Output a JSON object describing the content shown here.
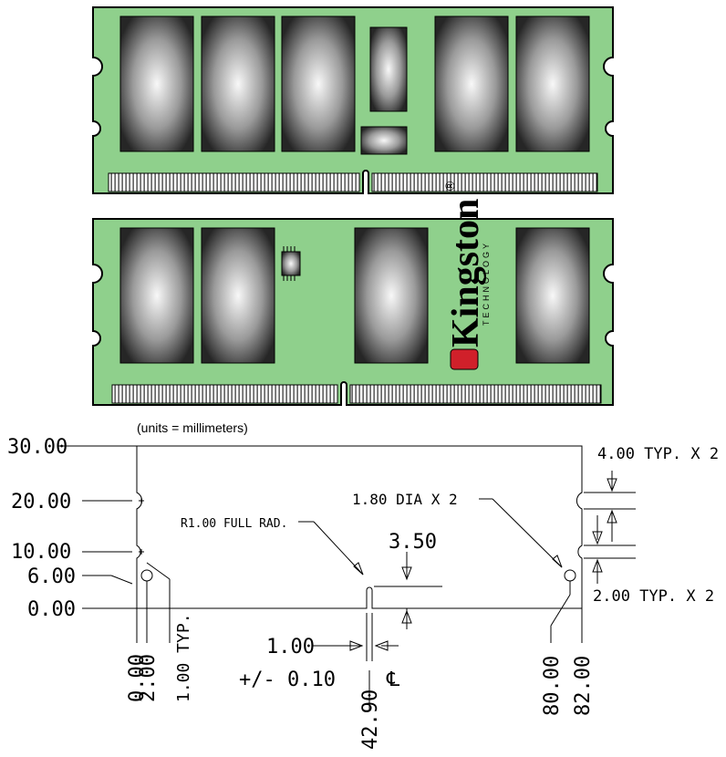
{
  "brand": {
    "name": "Kingston",
    "sub": "TECHNOLOGY",
    "reg": "®"
  },
  "colors": {
    "pcb": "#8fd08c",
    "pcb_edge": "#000000",
    "chip_dark": "#2a2a2a",
    "chip_light": "#f4f4f4",
    "logo_red": "#d0202a"
  },
  "drawing": {
    "units_note": "(units = millimeters)",
    "left_dims": [
      "30.00",
      "20.00",
      "10.00",
      "6.00",
      "0.00"
    ],
    "bottom_left_dims": [
      "0.00",
      "2.00",
      "1.00 TYP."
    ],
    "notch_note": "R1.00 FULL RAD.",
    "notch_depth": "3.50",
    "notch_width": "1.00",
    "notch_tol": "+/- 0.10",
    "notch_pos": "42.90",
    "hole_note": "1.80 DIA X 2",
    "right_dims": [
      "80.00",
      "82.00"
    ],
    "side_notch_top": "4.00 TYP. X 2",
    "side_notch_bottom": "2.00 TYP. X 2",
    "centerline_symbol": "℄"
  }
}
